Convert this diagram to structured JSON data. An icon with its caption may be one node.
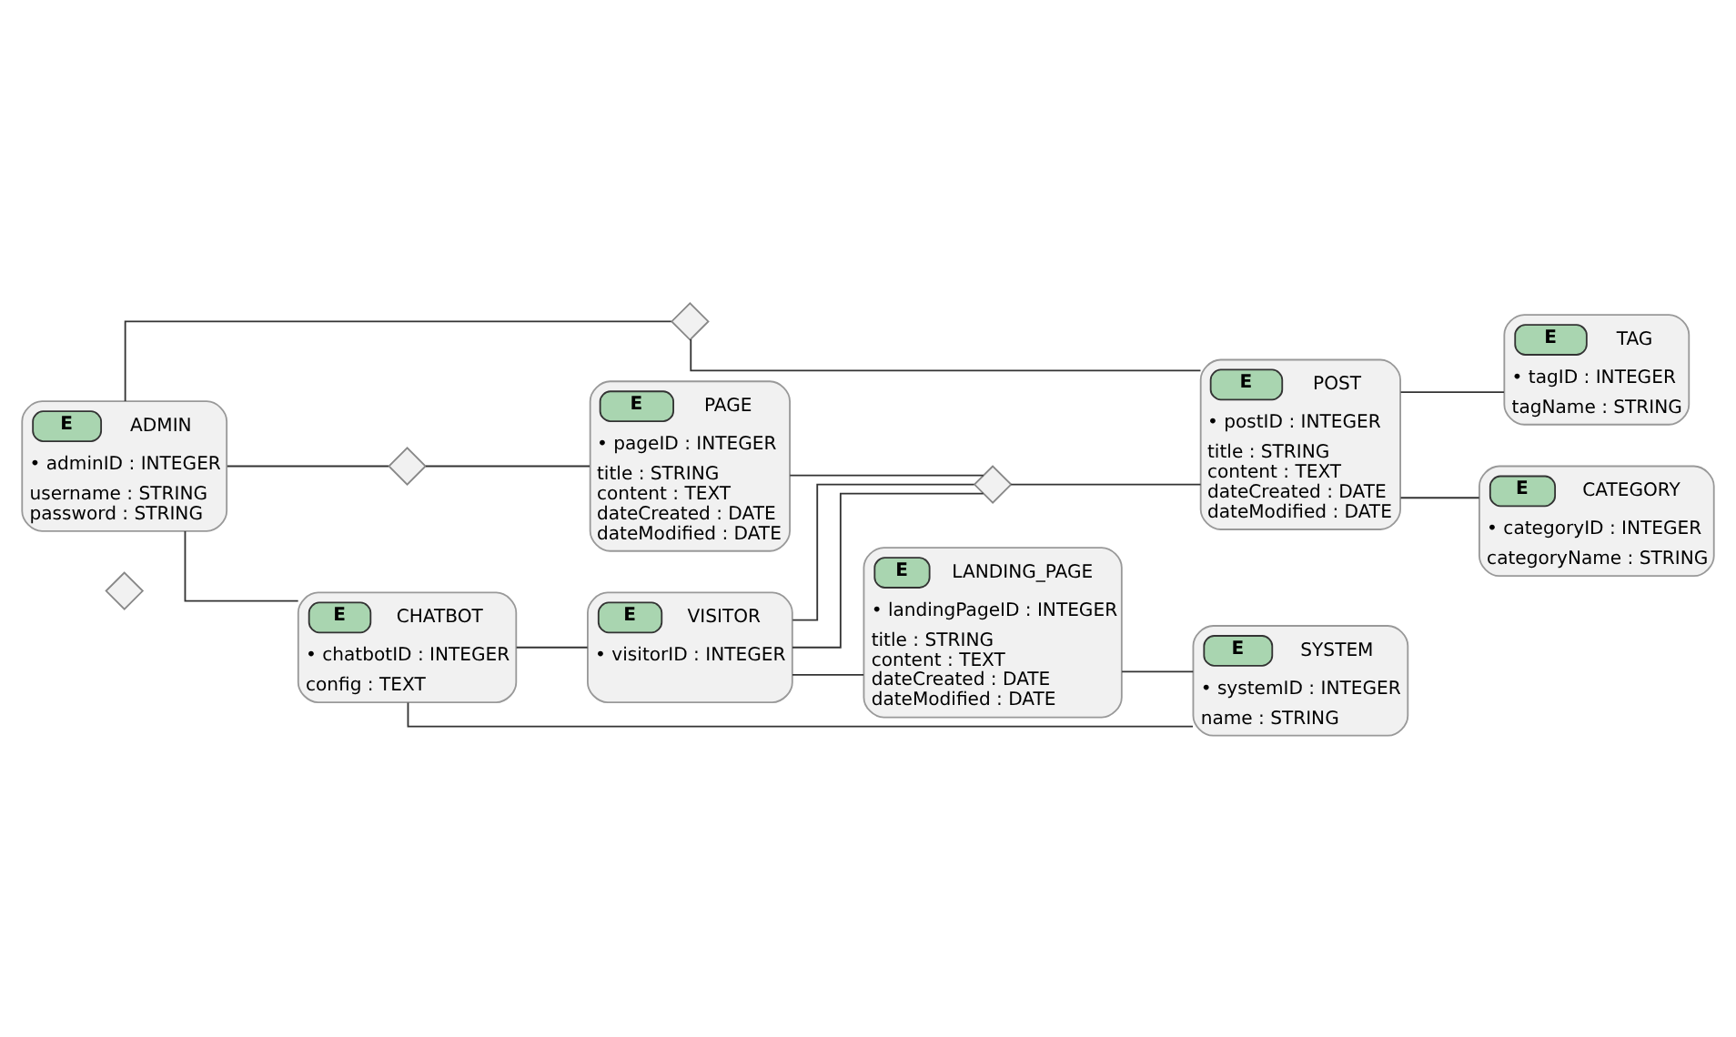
{
  "diagram": {
    "nodes": [
      {
        "text": [],
        "shape": "diamond"
      },
      {
        "text": [
          "E",
          "ADMIN",
          "• adminID : INTEGER",
          "username : STRING",
          "password : STRING"
        ]
      },
      {
        "text": [],
        "shape": "diamond"
      },
      {
        "text": [
          "E",
          "PAGE",
          "• pageID : INTEGER",
          "title : STRING",
          "content : TEXT",
          "dateCreated : DATE",
          "dateModified : DATE"
        ]
      },
      {
        "text": [],
        "shape": "diamond"
      },
      {
        "text": [
          "E",
          "TAG",
          "• tagID : INTEGER",
          "tagName : STRING"
        ]
      },
      {
        "text": [
          "E",
          "CHATBOT",
          "• chatbotID : INTEGER",
          "config : TEXT"
        ]
      },
      {
        "text": [
          "E",
          "POST",
          "• postID : INTEGER",
          "title : STRING",
          "content : TEXT",
          "dateCreated : DATE",
          "dateModified : DATE"
        ]
      },
      {
        "text": [
          "E",
          "VISITOR",
          "• visitorID : INTEGER"
        ]
      },
      {
        "text": [],
        "shape": "diamond"
      },
      {
        "text": [
          "E",
          "CATEGORY",
          "• categoryID : INTEGER",
          "categoryName : STRING"
        ]
      },
      {
        "text": [
          "E",
          "LANDING_PAGE",
          "• landingPageID : INTEGER",
          "title : STRING",
          "content : TEXT",
          "dateCreated : DATE",
          "dateModified : DATE"
        ]
      },
      {
        "text": [
          "E",
          "SYSTEM",
          "• systemID : INTEGER",
          "name : STRING"
        ]
      }
    ],
    "edges": [
      {
        "from": 1,
        "to": 2,
        "arrow": "none"
      },
      {
        "from": 2,
        "to": 3,
        "arrow": "none"
      },
      {
        "from": 1,
        "to": 4,
        "arrow": "none"
      },
      {
        "from": 4,
        "to": 7,
        "arrow": "none"
      },
      {
        "from": 3,
        "to": 9,
        "arrow": "none"
      },
      {
        "from": 1,
        "to": 6,
        "arrow": "none"
      },
      {
        "from": 6,
        "to": 8,
        "arrow": "none"
      },
      {
        "from": 8,
        "to": 9,
        "arrow": "none"
      },
      {
        "from": 8,
        "to": 9,
        "arrow": "none"
      },
      {
        "from": 9,
        "to": 7,
        "arrow": "none"
      },
      {
        "from": 7,
        "to": 5,
        "arrow": "none"
      },
      {
        "from": 7,
        "to": 10,
        "arrow": "none"
      },
      {
        "from": 6,
        "to": 12,
        "arrow": "none"
      },
      {
        "from": 8,
        "to": 11,
        "arrow": "none"
      },
      {
        "from": 11,
        "to": 12,
        "arrow": "none"
      }
    ]
  }
}
